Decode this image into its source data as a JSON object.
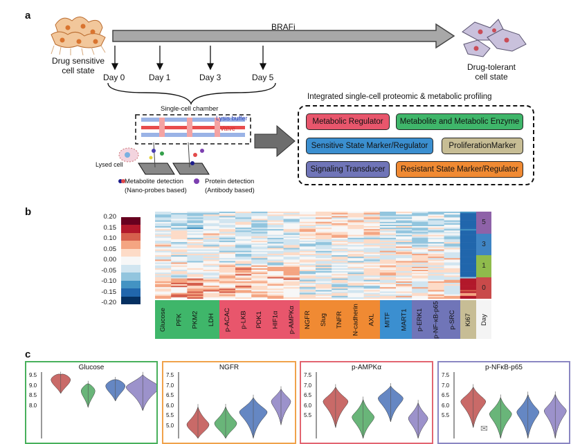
{
  "panel_a": {
    "letter": "a",
    "arrow_label": "BRAFi",
    "start_state": "Drug sensitive\ncell state",
    "end_state": "Drug-tolerant\ncell state",
    "days": [
      "Day 0",
      "Day 1",
      "Day 3",
      "Day 5"
    ],
    "chamber": {
      "title": "Single-cell chamber",
      "lysis_label": "Lysis buffer",
      "valve_label": "Valve",
      "lysed_cell": "Lysed cell",
      "metabolite_detection": "Metabolite detection",
      "metabolite_sub": "(Nano-probes based)",
      "protein_detection": "Protein detection",
      "protein_sub": "(Antibody based)"
    },
    "profiling": {
      "title": "Integrated single-cell proteomic & metabolic profiling",
      "boxes": [
        {
          "label": "Metabolic Regulator",
          "color": "#e8566c"
        },
        {
          "label": "Metabolite and Metabolic Enzyme",
          "color": "#3fb66a"
        },
        {
          "label": "Sensitive State Marker/Regulator",
          "color": "#3b8fd0"
        },
        {
          "label": "ProliferationMarker",
          "color": "#c7bd95"
        },
        {
          "label": "Signaling Transducer",
          "color": "#7075b8"
        },
        {
          "label": "Resistant State Marker/Regulator",
          "color": "#f08a33"
        }
      ]
    }
  },
  "panel_b": {
    "letter": "b",
    "scale_labels": [
      "0.20",
      "0.15",
      "0.10",
      "0.05",
      "0.00",
      "-0.05",
      "-0.10",
      "-0.15",
      "-0.20"
    ],
    "columns": [
      {
        "label": "Glucose",
        "color": "#3fb66a"
      },
      {
        "label": "PFK",
        "color": "#3fb66a"
      },
      {
        "label": "PKM2",
        "color": "#3fb66a"
      },
      {
        "label": "LDH",
        "color": "#3fb66a"
      },
      {
        "label": "p-ACAC",
        "color": "#e8566c"
      },
      {
        "label": "p-LKB",
        "color": "#e8566c"
      },
      {
        "label": "PDK1",
        "color": "#e8566c"
      },
      {
        "label": "HIF1α",
        "color": "#e8566c"
      },
      {
        "label": "p-AMPKα",
        "color": "#e8566c"
      },
      {
        "label": "NGFR",
        "color": "#f08a33"
      },
      {
        "label": "Slug",
        "color": "#f08a33"
      },
      {
        "label": "TNFR",
        "color": "#f08a33"
      },
      {
        "label": "N-cadherin",
        "color": "#f08a33"
      },
      {
        "label": "AXL",
        "color": "#f08a33"
      },
      {
        "label": "MITF",
        "color": "#3b8fd0"
      },
      {
        "label": "MART1",
        "color": "#3b8fd0"
      },
      {
        "label": "p-ERK1",
        "color": "#7075b8"
      },
      {
        "label": "p-NF-κB-p65",
        "color": "#7075b8"
      },
      {
        "label": "p-SRC",
        "color": "#7075b8"
      },
      {
        "label": "Ki67",
        "color": "#c7bd95"
      }
    ],
    "day_header": "Day",
    "day_blocks": [
      {
        "label": "5",
        "color": "#8e62a8"
      },
      {
        "label": "3",
        "color": "#3f84c4"
      },
      {
        "label": "1",
        "color": "#8fbb4c"
      },
      {
        "label": "0",
        "color": "#c94a4a"
      }
    ]
  },
  "panel_c": {
    "letter": "c",
    "plots": [
      {
        "title": "Glucose",
        "border": "#47b05b",
        "ticks": [
          "9.5",
          "9.0",
          "8.5",
          "8.0"
        ]
      },
      {
        "title": "NGFR",
        "border": "#f0a24a",
        "ticks": [
          "7.5",
          "7.0",
          "6.5",
          "6.0",
          "5.5",
          "5.0"
        ]
      },
      {
        "title": "p-AMPKα",
        "border": "#e26470",
        "ticks": [
          "7.5",
          "7.0",
          "6.5",
          "6.0",
          "5.5"
        ]
      },
      {
        "title": "p-NFκB-p65",
        "border": "#8a86c2",
        "ticks": [
          "7.5",
          "7.0",
          "6.5",
          "6.0",
          "5.5"
        ]
      }
    ],
    "violin_colors": [
      "#c0504d",
      "#4fa862",
      "#4a72b8",
      "#8b7fc2"
    ]
  }
}
